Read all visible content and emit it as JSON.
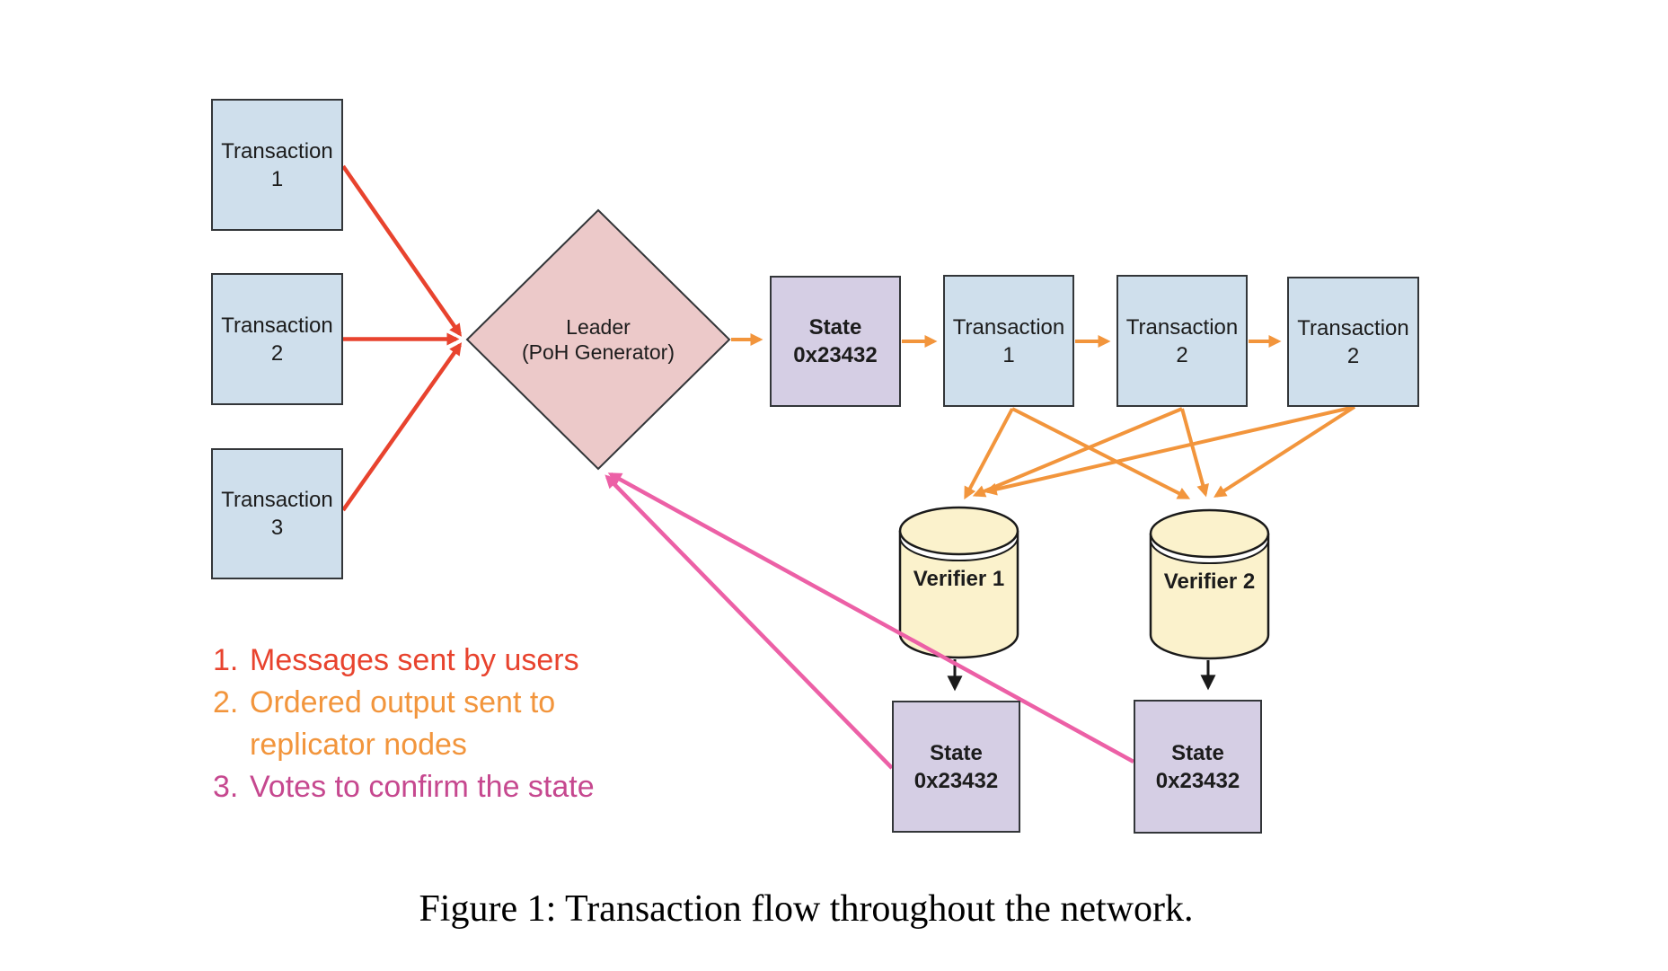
{
  "figure": {
    "caption": "Figure 1: Transaction flow throughout the network."
  },
  "nodes": {
    "user_tx1": {
      "label": "Transaction\n1"
    },
    "user_tx2": {
      "label": "Transaction\n2"
    },
    "user_tx3": {
      "label": "Transaction\n3"
    },
    "leader": {
      "label": "Leader\n(PoH Generator)"
    },
    "state_chain": {
      "label": "State\n0x23432"
    },
    "chain_tx1": {
      "label": "Transaction\n1"
    },
    "chain_tx2": {
      "label": "Transaction\n2"
    },
    "chain_tx3": {
      "label": "Transaction\n2"
    },
    "verifier1": {
      "label": "Verifier 1"
    },
    "verifier2": {
      "label": "Verifier 2"
    },
    "state_v1": {
      "label": "State\n0x23432"
    },
    "state_v2": {
      "label": "State\n0x23432"
    }
  },
  "legend": {
    "items": [
      {
        "number": "1.",
        "text": "Messages sent by users",
        "color": "#e8432e"
      },
      {
        "number": "2.",
        "text": "Ordered output sent to\nreplicator nodes",
        "color": "#f2953c"
      },
      {
        "number": "3.",
        "text": "Votes to confirm the state",
        "color": "#c6488f"
      }
    ]
  },
  "edges": [
    {
      "from": "user_tx1",
      "to": "leader",
      "type": "messages"
    },
    {
      "from": "user_tx2",
      "to": "leader",
      "type": "messages"
    },
    {
      "from": "user_tx3",
      "to": "leader",
      "type": "messages"
    },
    {
      "from": "leader",
      "to": "state_chain",
      "type": "ordered_output"
    },
    {
      "from": "state_chain",
      "to": "chain_tx1",
      "type": "ordered_output"
    },
    {
      "from": "chain_tx1",
      "to": "chain_tx2",
      "type": "ordered_output"
    },
    {
      "from": "chain_tx2",
      "to": "chain_tx3",
      "type": "ordered_output"
    },
    {
      "from": "chain_tx1",
      "to": "verifier1",
      "type": "ordered_output"
    },
    {
      "from": "chain_tx1",
      "to": "verifier2",
      "type": "ordered_output"
    },
    {
      "from": "chain_tx2",
      "to": "verifier1",
      "type": "ordered_output"
    },
    {
      "from": "chain_tx2",
      "to": "verifier2",
      "type": "ordered_output"
    },
    {
      "from": "chain_tx3",
      "to": "verifier1",
      "type": "ordered_output"
    },
    {
      "from": "chain_tx3",
      "to": "verifier2",
      "type": "ordered_output"
    },
    {
      "from": "verifier1",
      "to": "state_v1",
      "type": "store"
    },
    {
      "from": "verifier2",
      "to": "state_v2",
      "type": "store"
    },
    {
      "from": "state_v1",
      "to": "leader",
      "type": "votes"
    },
    {
      "from": "state_v2",
      "to": "leader",
      "type": "votes"
    }
  ],
  "colors": {
    "messages": "#e8432e",
    "ordered_output": "#f2953c",
    "votes": "#ec60a6",
    "store": "#1a1a1a",
    "node_blue": "#cfdfec",
    "node_purple": "#d5cee4",
    "node_pink": "#ecc9c9",
    "node_yellow": "#fbf2cc"
  }
}
